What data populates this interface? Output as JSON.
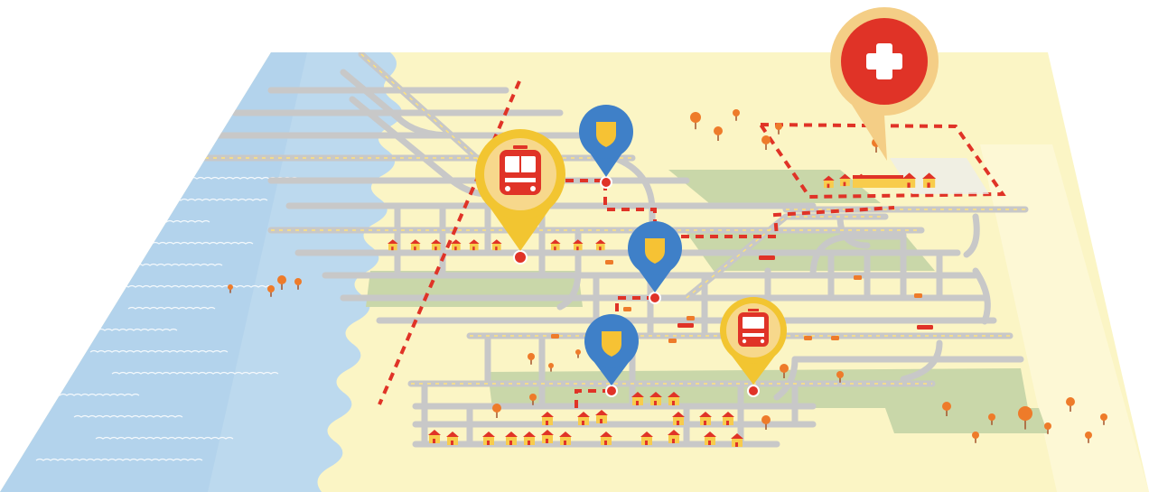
{
  "colors": {
    "background": "#ffffff",
    "land": "#fbf5c5",
    "land_light": "#fdf9dc",
    "water": "#bcd9ee",
    "water_dark": "#a8cde8",
    "wave": "#ffffff",
    "road": "#c8c8c8",
    "road_dash": "#ffe27a",
    "park": "#c9d7a9",
    "route": "#e03327",
    "hospital_pin": "#f4ce86",
    "hospital_badge": "#e03327",
    "fire_pin": "#f2c531",
    "fire_badge": "#f7d88c",
    "fire_truck": "#e03327",
    "police_pin": "#3f80c8",
    "police_badge": "#3f80c8",
    "shield": "#f6c234",
    "marker": "#e03327",
    "tree": "#ee7b2a",
    "trunk": "#a5522a",
    "house_wall": "#f8cc4c",
    "house_roof": "#e03327"
  },
  "icons": {
    "hospital": "medical-cross-icon",
    "fire_station": "fire-truck-icon",
    "police": "police-shield-icon",
    "location": "location-dot-icon",
    "tree": "tree-icon",
    "house": "house-icon",
    "car": "car-icon",
    "bus": "bus-icon"
  },
  "pins": {
    "hospital": [
      {
        "id": "hospital-main"
      }
    ],
    "fire_station": [
      {
        "id": "fire-station-west"
      },
      {
        "id": "fire-station-south"
      }
    ],
    "police": [
      {
        "id": "police-north"
      },
      {
        "id": "police-central"
      },
      {
        "id": "police-south"
      }
    ]
  }
}
